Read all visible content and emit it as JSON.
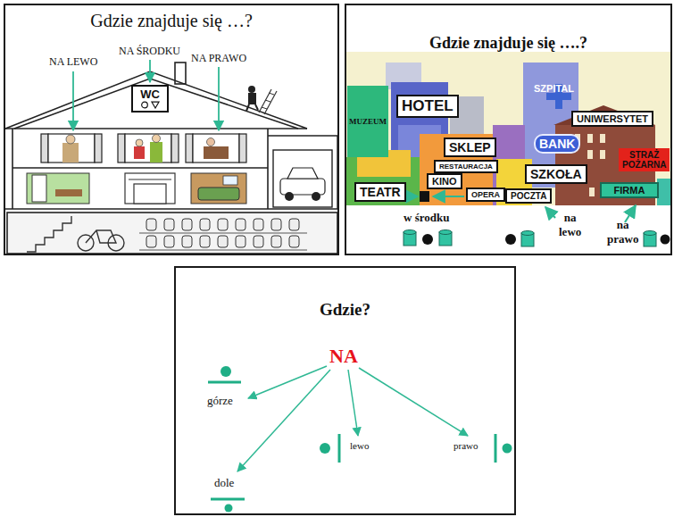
{
  "diagram": {
    "nodes": [
      {
        "text": [
          "Gdzie znajduje się …?"
        ]
      },
      {
        "text": [
          "WC"
        ],
        "in": 0
      },
      {
        "text": [
          "Gdzie znajduje się ….?"
        ]
      },
      {
        "text": [
          "MUZEUM"
        ],
        "in": 2
      },
      {
        "text": [
          "HOTEL"
        ],
        "in": 2
      },
      {
        "text": [
          "SKLEP"
        ],
        "in": 2
      },
      {
        "text": [
          "UNIWERSYTET"
        ],
        "in": 2
      },
      {
        "text": [
          "BANK"
        ],
        "in": 2
      },
      {
        "text": [
          "RESTAURACJA"
        ],
        "in": 2
      },
      {
        "text": [
          "STRAŻ POŻARNA"
        ],
        "in": 2
      },
      {
        "text": [
          "SZKOŁA"
        ],
        "in": 2
      },
      {
        "text": [
          "TEATR"
        ],
        "in": 2
      },
      {
        "text": [
          "KINO"
        ],
        "in": 2
      },
      {
        "text": [
          "OPERA"
        ],
        "in": 2
      },
      {
        "text": [
          "POCZTA"
        ],
        "in": 2
      },
      {
        "text": [
          "FIRMA"
        ],
        "in": 2
      },
      {
        "text": [
          "Gdzie?"
        ]
      }
    ],
    "labels": [
      "NA LEWO",
      "NA ŚRODKU",
      "NA PRAWO",
      "SZPITAL",
      "w środku",
      "na lewo",
      "na prawo",
      "NA",
      "górze",
      "lewo",
      "prawo",
      "dole"
    ]
  }
}
